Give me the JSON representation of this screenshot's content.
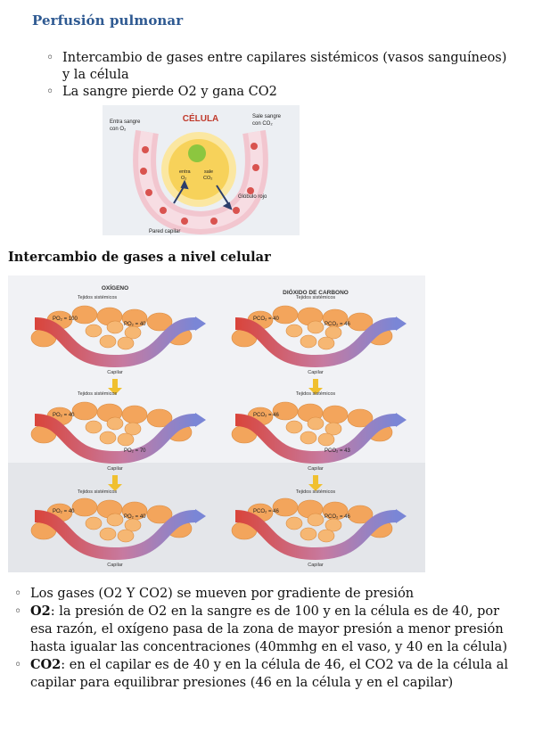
{
  "page": {
    "title": "Perfusión pulmonar",
    "top_bullets": [
      "Intercambio de gases entre capilares sistémicos (vasos sanguíneos) y la célula",
      "La sangre pierde O2 y gana CO2"
    ],
    "section_heading": "Intercambio de gases a nivel celular",
    "bottom_bullets": [
      {
        "bold": "",
        "text": "Los gases (O2 Y CO2) se mueven por gradiente de presión"
      },
      {
        "bold": "O2",
        "text": ": la presión de O2 en la sangre es de 100 y en la célula es de 40, por esa razón, el oxígeno pasa de la zona de mayor presión a menor presión hasta igualar las concentraciones (40mmhg en el vaso, y 40 en la célula)"
      },
      {
        "bold": "CO2",
        "text": ": en el capilar es de 40 y en la célula de 46, el CO2 va de la célula al capilar para equilibrar presiones (46 en la célula y en el capilar)"
      }
    ]
  },
  "figure_cell": {
    "title": "CÉLULA",
    "entra_sangre": "Entra sangre",
    "con_o2": "con O₂",
    "sale_sangre": "Sale sangre",
    "con_co2": "con CO₂",
    "entra": "entra",
    "o2": "O₂",
    "sale": "sale",
    "co2": "CO₂",
    "globulo": "Glóbulo rojo",
    "pared": "Pared capilar"
  },
  "figure_exchange": {
    "oxygen_title": "OXÍGENO",
    "co2_title": "DIÓXIDO DE CARBONO",
    "tejidos": "Tejidos sistémicos",
    "capilar": "Capilar",
    "o2_panels": [
      {
        "a": "PO₂ = 100",
        "b": "PO₂ = 40"
      },
      {
        "a": "PO₂ = 40",
        "b": "PO₂ = 70"
      },
      {
        "a": "PO₂ = 40",
        "b": "PO₂ = 40"
      }
    ],
    "co2_panels": [
      {
        "a": "PCO₂ = 40",
        "b": "PCO₂ = 46"
      },
      {
        "a": "PCO₂ = 46",
        "b": "PCO₂ = 43"
      },
      {
        "a": "PCO₂ = 46",
        "b": "PCO₂ = 46"
      }
    ]
  },
  "colors": {
    "title": "#2f5a92",
    "cell_fill": "#f7d25a",
    "nucleus": "#8cc63f",
    "capillary": "#f2c6cf",
    "rbc": "#d9534f",
    "tissue": "#f3a55c",
    "arterial": "#d9443a",
    "venous": "#7a86d6"
  }
}
